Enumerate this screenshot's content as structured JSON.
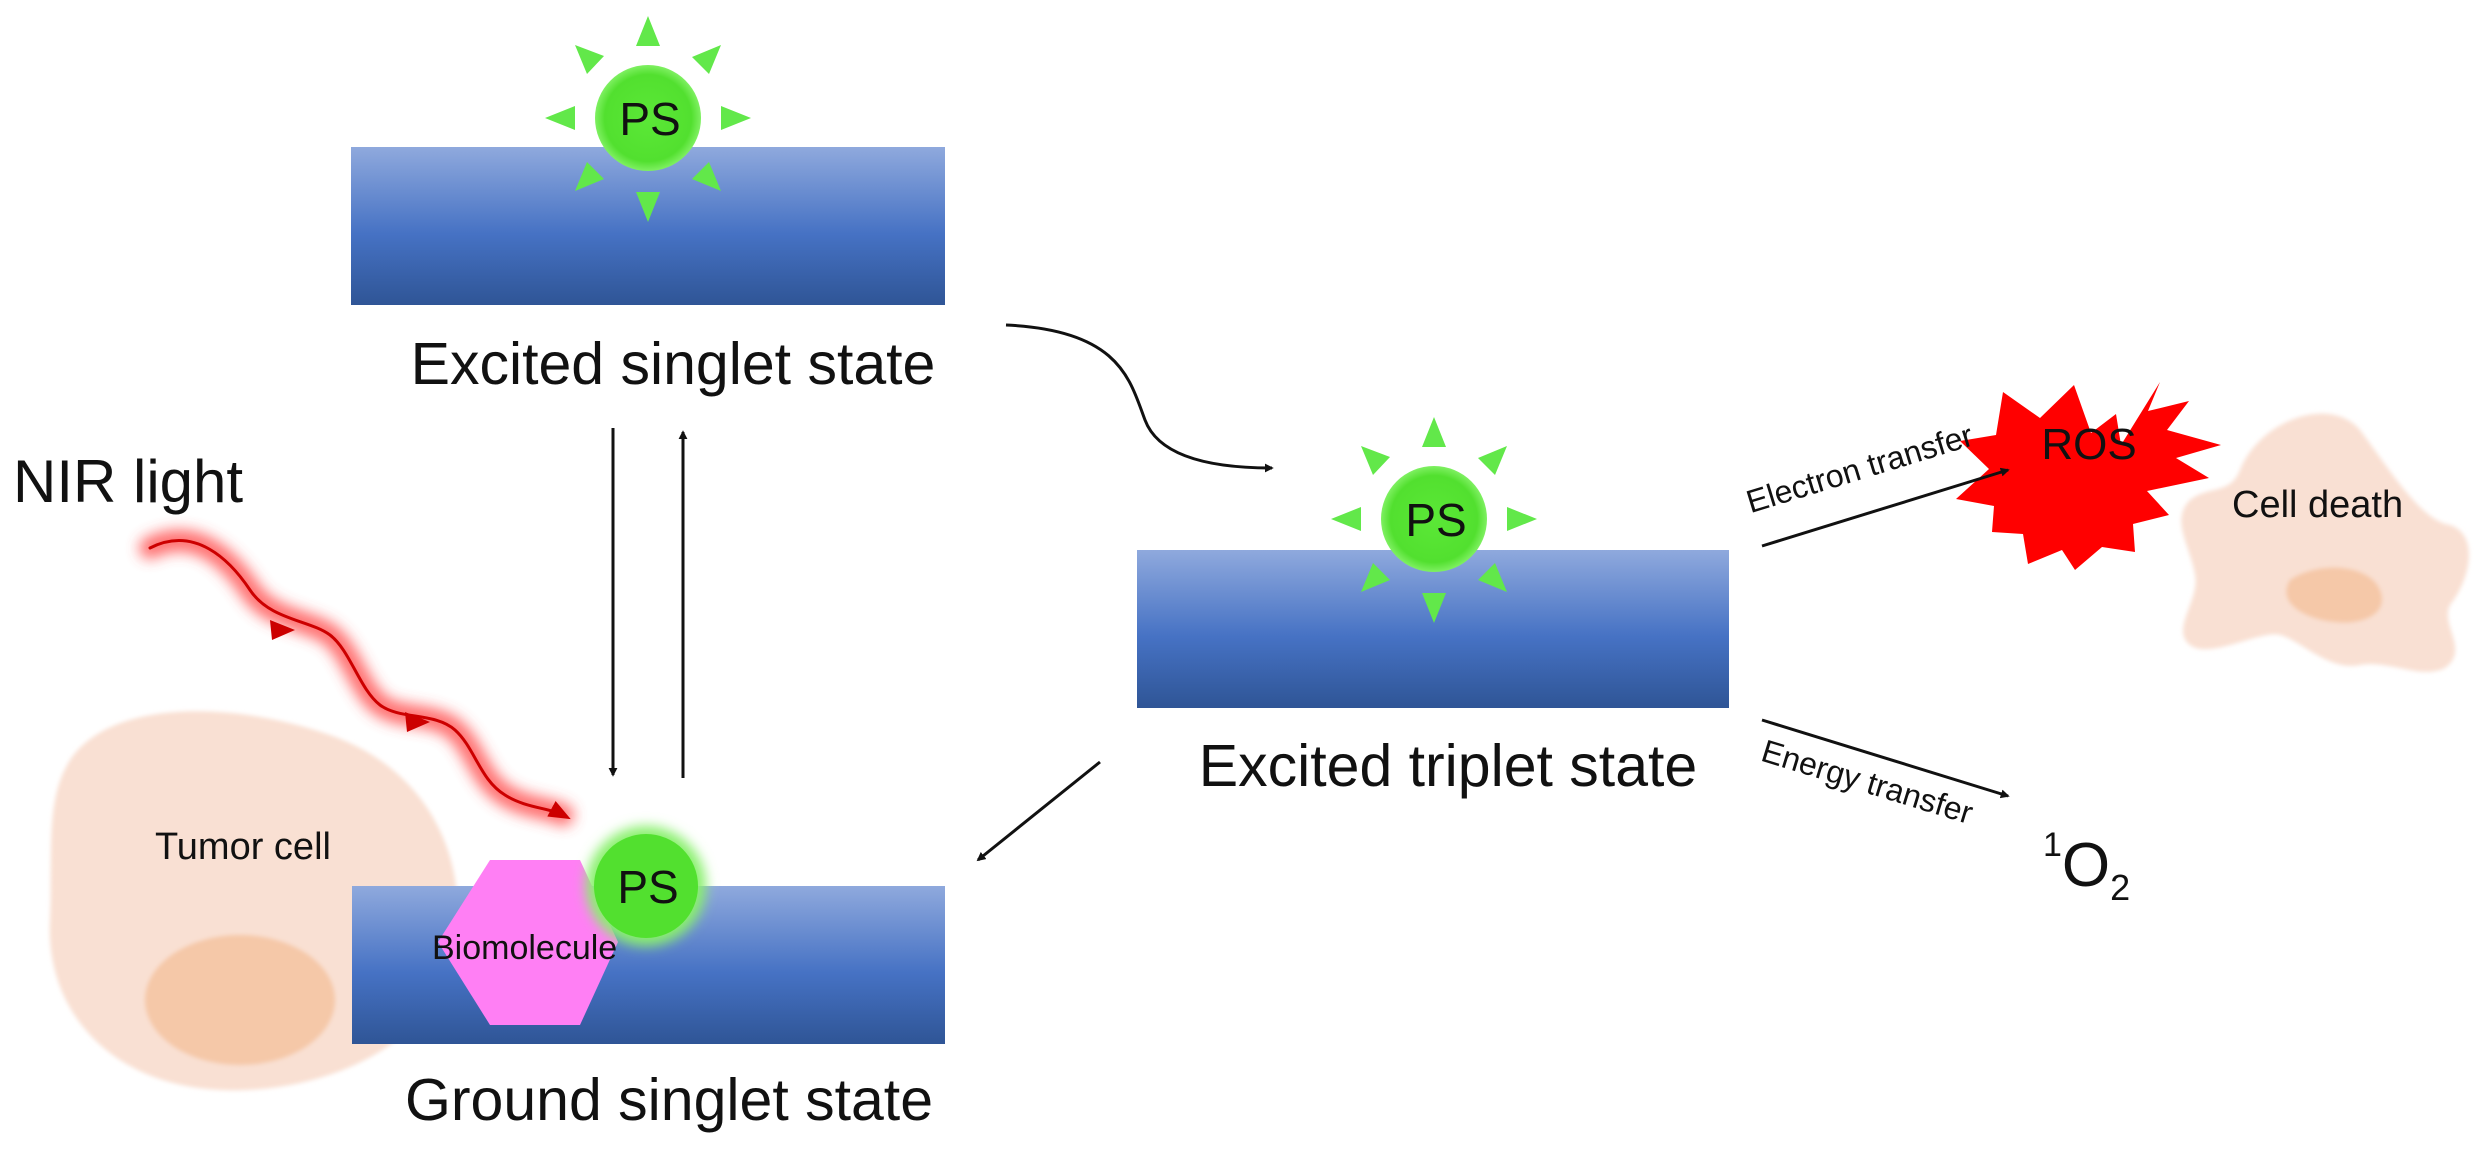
{
  "states": {
    "excited_singlet": "Excited singlet state",
    "excited_triplet": "Excited triplet state",
    "ground_singlet": "Ground singlet state"
  },
  "photosensitizer": "PS",
  "light": "NIR light",
  "tumor_cell": "Tumor cell",
  "biomolecule": "Biomolecule",
  "transfers": {
    "electron": "Electron transfer",
    "energy": "Energy transfer"
  },
  "ros": "ROS",
  "cell_death": "Cell death",
  "singlet_oxygen": {
    "superscript": "1",
    "symbol": "O",
    "subscript": "2"
  },
  "colors": {
    "state_bar_top": "#8FA9DD",
    "state_bar_mid": "#4672C4",
    "state_bar_bottom": "#2F5596",
    "ps_green": "#5BE837",
    "ps_ray": "#62E84A",
    "tumor_cell": "#F9E0D3",
    "nucleus": "#F5C8A8",
    "biomolecule": "#FF7FF4",
    "ros": "#FF0000",
    "nir_glow": "#FF2020"
  }
}
